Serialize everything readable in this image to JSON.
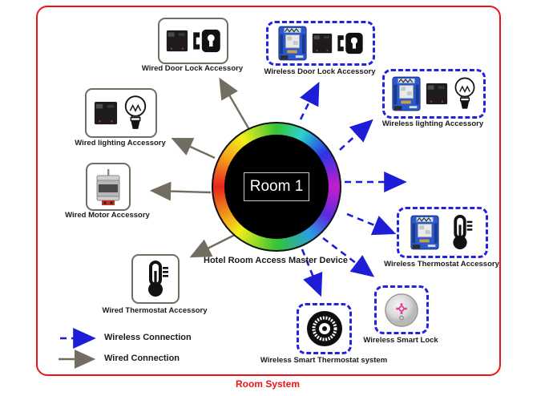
{
  "footer": {
    "title": "Room System"
  },
  "hub": {
    "label": "Room 1",
    "caption": "Hotel Room Access Master Device",
    "ring_style": "rainbow-color-wheel"
  },
  "devices": [
    {
      "label": "Wired Door Lock Accessory",
      "connection": "wired",
      "icons": [
        "controller-chip-icon",
        "door-lock-keyhole-icon"
      ]
    },
    {
      "label": "Wireless Door Lock Accessory",
      "connection": "wireless",
      "icons": [
        "wifi-module-icon",
        "controller-chip-icon",
        "door-lock-keyhole-icon"
      ]
    },
    {
      "label": "Wired lighting Accessory",
      "connection": "wired",
      "icons": [
        "controller-chip-icon",
        "light-bulb-icon"
      ]
    },
    {
      "label": "Wireless lighting Accessory",
      "connection": "wireless",
      "icons": [
        "wifi-module-icon",
        "controller-chip-icon",
        "light-bulb-icon"
      ]
    },
    {
      "label": "Wired Motor Accessory",
      "connection": "wired",
      "icons": [
        "stepper-motor-icon"
      ]
    },
    {
      "label": "Wired Thermostat Accessory",
      "connection": "wired",
      "icons": [
        "thermometer-icon"
      ]
    },
    {
      "label": "Wireless Thermostat  Accessory",
      "connection": "wireless",
      "icons": [
        "wifi-module-icon",
        "thermometer-icon"
      ]
    },
    {
      "label": "Wireless Smart Lock",
      "connection": "wireless",
      "icons": [
        "smart-lock-icon"
      ]
    },
    {
      "label": "Wireless Smart Thermostat system",
      "connection": "wireless",
      "icons": [
        "smart-thermostat-icon"
      ]
    }
  ],
  "legend": [
    {
      "label": "Wireless Connection",
      "style": "dashed-blue-arrow"
    },
    {
      "label": "Wired Connection",
      "style": "solid-gray-arrow"
    }
  ],
  "colors": {
    "frame_red": "#ee1414",
    "wired": "#716d60",
    "wireless_blue": "#2323dd",
    "hub_text": "#ffffff"
  }
}
